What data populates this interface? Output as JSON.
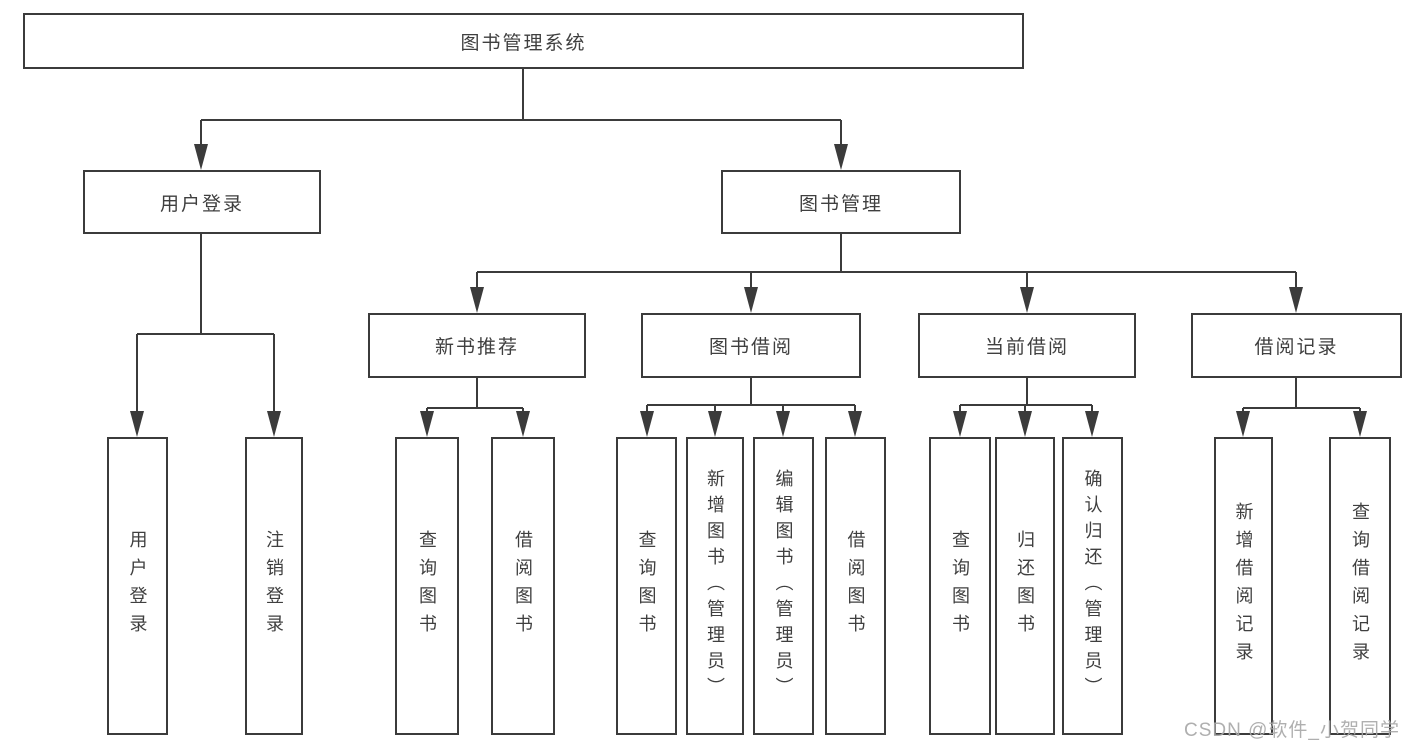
{
  "diagram": {
    "type": "hierarchy-tree",
    "root_label": "图书管理系统",
    "level2": [
      {
        "label": "用户登录"
      },
      {
        "label": "图书管理"
      }
    ],
    "level3": [
      {
        "label": "新书推荐"
      },
      {
        "label": "图书借阅"
      },
      {
        "label": "当前借阅"
      },
      {
        "label": "借阅记录"
      }
    ],
    "leaves": {
      "user_login": [
        "用户登录",
        "注销登录"
      ],
      "new_book": [
        "查询图书",
        "借阅图书"
      ],
      "book_borrow": [
        "查询图书",
        "新增图书（管理员）",
        "编辑图书（管理员）",
        "借阅图书"
      ],
      "current_borrow": [
        "查询图书",
        "归还图书",
        "确认归还（管理员）"
      ],
      "borrow_record": [
        "新增借阅记录",
        "查询借阅记录"
      ]
    },
    "colors": {
      "line": "#3b3b3b",
      "box_border": "#3b3b3b",
      "text": "#3f3f3f",
      "watermark": "#a8a8a8",
      "background": "#ffffff"
    }
  },
  "watermark": {
    "text": "CSDN @软件_小贺同学"
  }
}
